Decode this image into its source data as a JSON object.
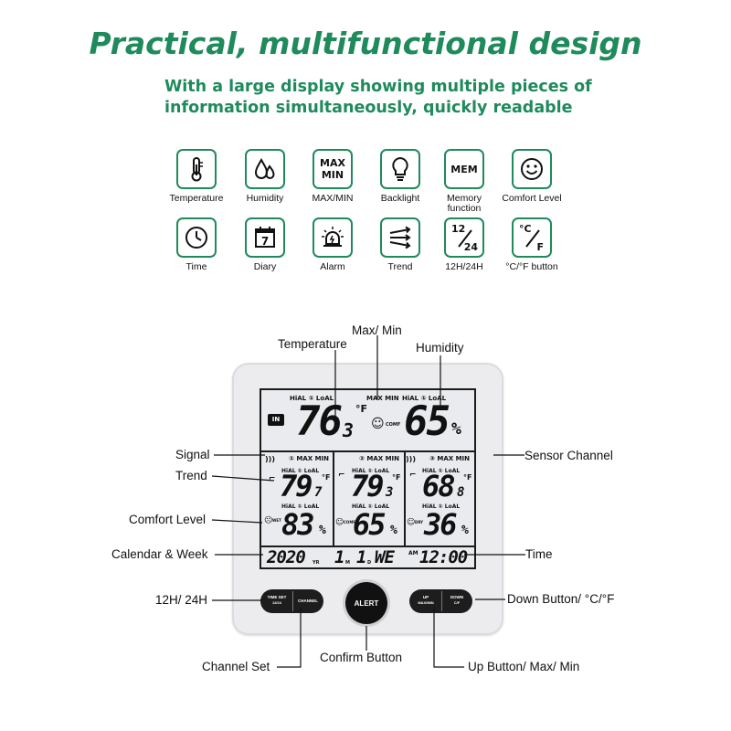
{
  "header": {
    "title": "Practical, multifunctional design",
    "subtitle": "With a large display showing multiple pieces of information simultaneously, quickly readable"
  },
  "colors": {
    "brand_green": "#1f8a5c",
    "lcd": "#e9ebee",
    "device": "#ececef",
    "button": "#1d1d1d"
  },
  "features": [
    {
      "icon": "thermometer-icon",
      "label": "Temperature"
    },
    {
      "icon": "droplets-icon",
      "label": "Humidity"
    },
    {
      "icon": "max-min-icon",
      "icon_text": "MAX\nMIN",
      "label": "MAX/MIN"
    },
    {
      "icon": "lightbulb-icon",
      "label": "Backlight"
    },
    {
      "icon": "mem-icon",
      "icon_text": "MEM",
      "label": "Memory\nfunction"
    },
    {
      "icon": "smiley-icon",
      "label": "Comfort Level"
    },
    {
      "icon": "clock-icon",
      "label": "Time"
    },
    {
      "icon": "calendar-icon",
      "icon_text": "7",
      "label": "Diary"
    },
    {
      "icon": "alarm-icon",
      "label": "Alarm"
    },
    {
      "icon": "trend-arrows-icon",
      "label": "Trend"
    },
    {
      "icon": "12-24-icon",
      "icon_text_a": "12",
      "icon_text_b": "24",
      "label": "12H/24H"
    },
    {
      "icon": "celsius-fahrenheit-icon",
      "icon_text_a": "°C",
      "icon_text_b": "F",
      "label": "°C/°F button"
    }
  ],
  "display": {
    "indoor": {
      "badge": "IN",
      "hi_lo": "HiAL ① LoAL",
      "max_min": "MAX MIN",
      "temperature": "76",
      "temperature_decimal": "3",
      "temperature_unit": "°F",
      "comfort": "COMF",
      "hum_hi_lo": "HiAL ① LoAL",
      "humidity": "65",
      "humidity_unit": "%"
    },
    "channels": [
      {
        "channel": "① MAX MIN",
        "hi_lo": "HiAL ① LoAL",
        "temperature": "79",
        "temperature_decimal": "7",
        "unit": "°F",
        "hum_hi_lo": "HiAL ① LoAL",
        "humidity": "83",
        "humidity_unit": "%",
        "comfort": "WET"
      },
      {
        "channel": "② MAX MIN",
        "hi_lo": "HiAL ① LoAL",
        "temperature": "79",
        "temperature_decimal": "3",
        "unit": "°F",
        "hum_hi_lo": "HiAL ① LoAL",
        "humidity": "65",
        "humidity_unit": "%",
        "comfort": "COMF"
      },
      {
        "channel": "③ MAX MIN",
        "hi_lo": "HiAL ① LoAL",
        "temperature": "68",
        "temperature_decimal": "8",
        "unit": "°F",
        "hum_hi_lo": "HiAL ① LoAL",
        "humidity": "36",
        "humidity_unit": "%",
        "comfort": "DRY"
      }
    ],
    "bottom": {
      "year": "2020",
      "year_unit": "YR",
      "month": "1",
      "month_unit": "M",
      "day": "1",
      "day_unit": "D",
      "weekday": "WE",
      "ampm": "AM",
      "time": "12:00"
    }
  },
  "buttons": {
    "time_set": "TIME SET",
    "time_set_sub": "12/24",
    "channel": "CHANNEL",
    "alert": "ALERT",
    "up": "UP",
    "up_sub": "MAX/MIN",
    "down": "DOWN",
    "down_sub": "C/F"
  },
  "callouts": {
    "max_min": "Max/ Min",
    "temperature": "Temperature",
    "humidity": "Humidity",
    "signal": "Signal",
    "sensor_channel": "Sensor Channel",
    "trend": "Trend",
    "comfort_level": "Comfort Level",
    "calendar_week": "Calendar & Week",
    "time": "Time",
    "h12_24": "12H/ 24H",
    "down_button": "Down Button/ °C/°F",
    "channel_set": "Channel Set",
    "confirm_button": "Confirm Button",
    "up_button": "Up Button/ Max/ Min"
  }
}
